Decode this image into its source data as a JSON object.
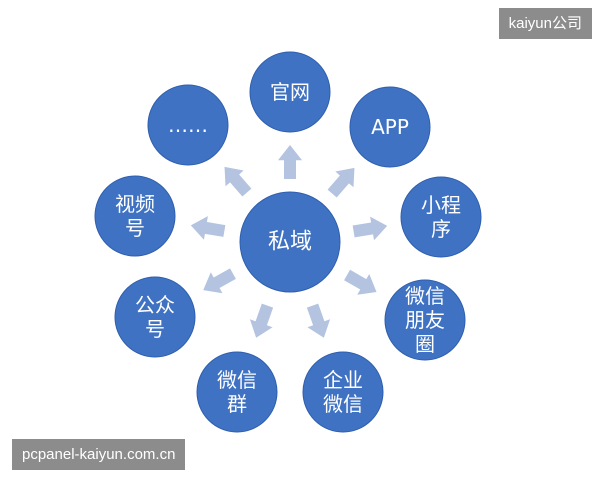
{
  "watermarks": {
    "top_right": "kaiyun公司",
    "bottom_left": "pcpanel-kaiyun.com.cn"
  },
  "colors": {
    "node_fill": "#3f72c2",
    "node_stroke": "#2f5faf",
    "arrow_fill": "#b3c3e0",
    "background": "#ffffff"
  },
  "diagram": {
    "center": {
      "id": "private-domain",
      "lines": [
        "私域"
      ]
    },
    "nodes": [
      {
        "id": "official-site",
        "lines": [
          "官网"
        ]
      },
      {
        "id": "app",
        "lines": [
          "APP"
        ]
      },
      {
        "id": "mini-program",
        "lines": [
          "小程",
          "序"
        ]
      },
      {
        "id": "wechat-moments",
        "lines": [
          "微信",
          "朋友",
          "圈"
        ]
      },
      {
        "id": "wecom",
        "lines": [
          "企业",
          "微信"
        ]
      },
      {
        "id": "wechat-group",
        "lines": [
          "微信",
          "群"
        ]
      },
      {
        "id": "official-account",
        "lines": [
          "公众",
          "号"
        ]
      },
      {
        "id": "video-account",
        "lines": [
          "视频",
          "号"
        ]
      },
      {
        "id": "more",
        "lines": [
          "……"
        ]
      }
    ]
  }
}
